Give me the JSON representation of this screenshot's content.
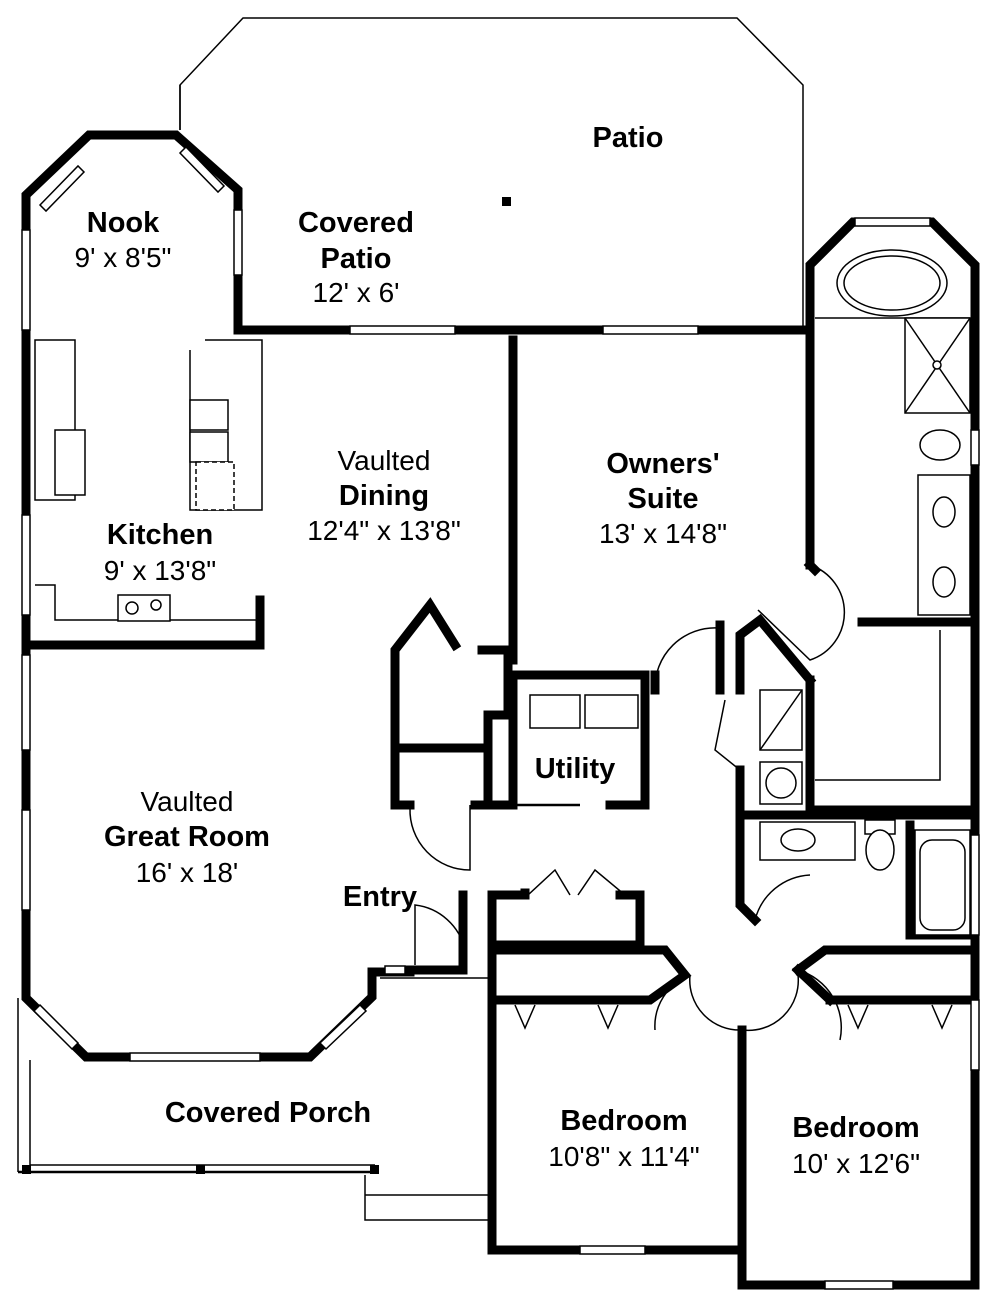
{
  "rooms": {
    "patio": {
      "name": "Patio"
    },
    "covered_patio": {
      "name_line1": "Covered",
      "name_line2": "Patio",
      "size": "12' x 6'"
    },
    "nook": {
      "name": "Nook",
      "size": "9' x 8'5\""
    },
    "kitchen": {
      "name": "Kitchen",
      "size": "9' x 13'8\""
    },
    "dining": {
      "prefix": "Vaulted",
      "name": "Dining",
      "size": "12'4\" x 13'8\""
    },
    "owners_suite": {
      "name_line1": "Owners'",
      "name_line2": "Suite",
      "size": "13' x 14'8\""
    },
    "utility": {
      "name": "Utility"
    },
    "great_room": {
      "prefix": "Vaulted",
      "name": "Great Room",
      "size": "16' x 18'"
    },
    "entry": {
      "name": "Entry"
    },
    "covered_porch": {
      "name": "Covered Porch"
    },
    "bedroom_left": {
      "name": "Bedroom",
      "size": "10'8\" x 11'4\""
    },
    "bedroom_right": {
      "name": "Bedroom",
      "size": "10' x 12'6\""
    }
  }
}
